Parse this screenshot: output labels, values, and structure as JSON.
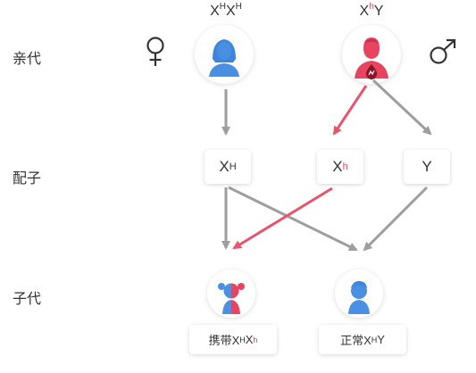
{
  "labels": {
    "parents": "亲代",
    "gametes": "配子",
    "offspring": "子代"
  },
  "mother": {
    "genotype_base1": "X",
    "genotype_sup1": "H",
    "genotype_base2": "X",
    "genotype_sup2": "H",
    "symbol": "female-symbol"
  },
  "father": {
    "genotype_base1": "X",
    "genotype_sup1": "h",
    "genotype_base2": "Y",
    "symbol": "male-symbol"
  },
  "gametes": {
    "mother_base": "X",
    "mother_sup": "H",
    "father_x_base": "X",
    "father_x_sup": "h",
    "father_y": "Y"
  },
  "children": {
    "daughter": {
      "prefix": "携带X",
      "sup1": "H",
      "mid": "X",
      "sup2": "h"
    },
    "son": {
      "prefix": "正常X",
      "sup1": "H",
      "mid": "Y"
    }
  },
  "colors": {
    "blue": "#4a90e2",
    "red": "#e8445f",
    "gray_arrow": "#9e9e9e",
    "red_arrow": "#e8546d"
  }
}
